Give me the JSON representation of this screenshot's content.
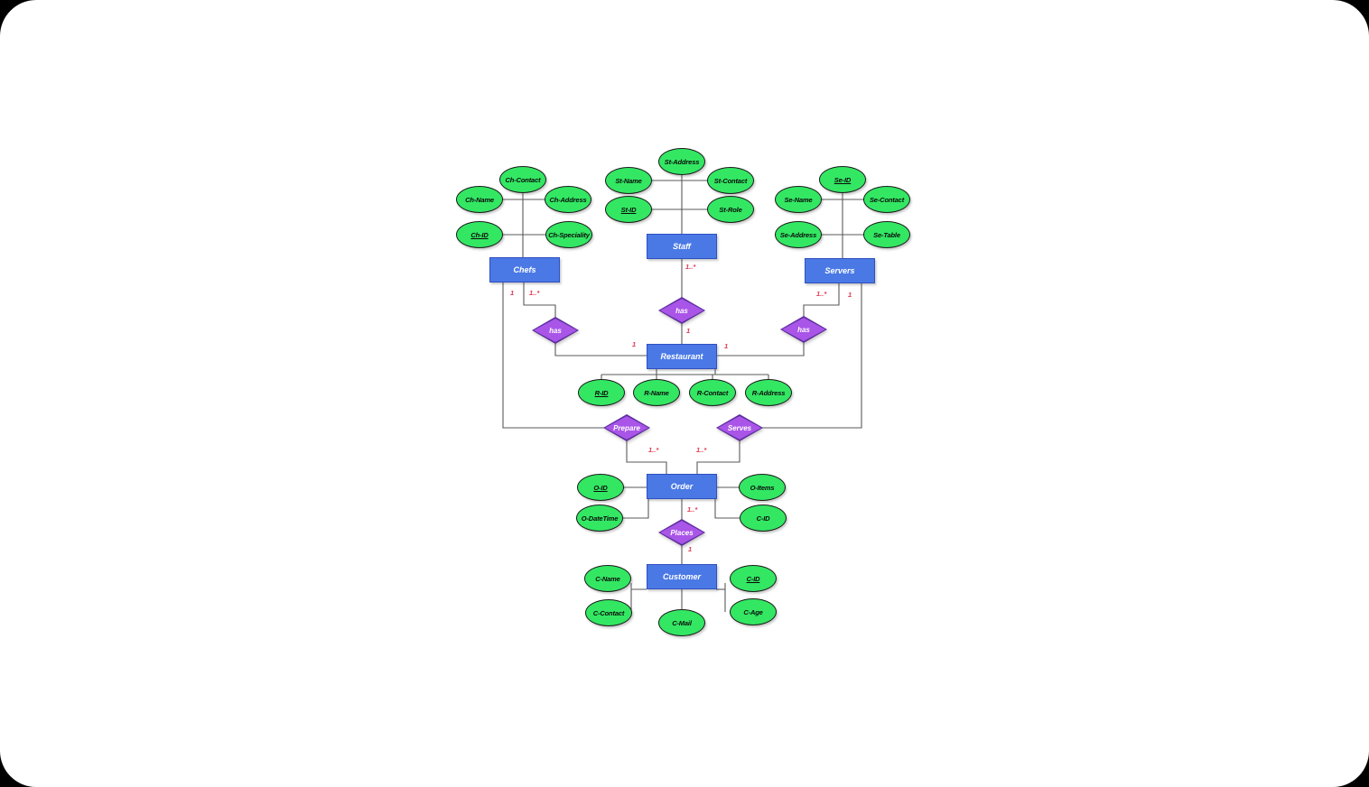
{
  "colors": {
    "outer_bg": "#000000",
    "canvas_bg": "#ffffff",
    "entity_fill": "#4a79e6",
    "entity_border": "#3050c0",
    "entity_text": "#ffffff",
    "attribute_fill": "#33e763",
    "attribute_border": "#1b1b1b",
    "attribute_text": "#0b0b0b",
    "relationship_fill": "#a955e8",
    "relationship_border": "#5d2d9e",
    "line_color": "#595959",
    "cardinality_color": "#e03a52"
  },
  "entities": {
    "staff": "Staff",
    "chefs": "Chefs",
    "servers": "Servers",
    "restaurant": "Restaurant",
    "order": "Order",
    "customer": "Customer"
  },
  "relationships": {
    "has_left": "has",
    "has_middle": "has",
    "has_right": "has",
    "prepare": "Prepare",
    "serves": "Serves",
    "places": "Places"
  },
  "attributes": {
    "st_address": "St-Address",
    "st_name": "St-Name",
    "st_contact": "St-Contact",
    "st_id": "St-ID",
    "st_role": "St-Role",
    "ch_contact": "Ch-Contact",
    "ch_name": "Ch-Name",
    "ch_address": "Ch-Address",
    "ch_id": "Ch-ID",
    "ch_speciality": "Ch-Speciality",
    "se_id": "Se-ID",
    "se_name": "Se-Name",
    "se_contact": "Se-Contact",
    "se_address": "Se-Address",
    "se_table": "Se-Table",
    "r_id": "R-ID",
    "r_name": "R-Name",
    "r_contact": "R-Contact",
    "r_address": "R-Address",
    "o_id": "O-ID",
    "o_items": "O-Items",
    "o_datetime": "O-DateTime",
    "o_c_id": "C-ID",
    "c_name": "C-Name",
    "c_id": "C-ID",
    "c_contact": "C-Contact",
    "c_mail": "C-Mail",
    "c_age": "C-Age"
  },
  "key_attributes": [
    "St-ID",
    "Ch-ID",
    "Se-ID",
    "R-ID",
    "O-ID",
    "C-ID"
  ],
  "cardinalities": {
    "staff_has": "1..*",
    "has_restaurant": "1",
    "restaurant_left": "1",
    "restaurant_right": "1",
    "chefs_prepare": "1",
    "chefs_has": "1..*",
    "servers_has": "1..*",
    "servers_serves": "1",
    "prepare_order": "1..*",
    "serves_order": "1..*",
    "order_places": "1..*",
    "places_customer": "1"
  }
}
